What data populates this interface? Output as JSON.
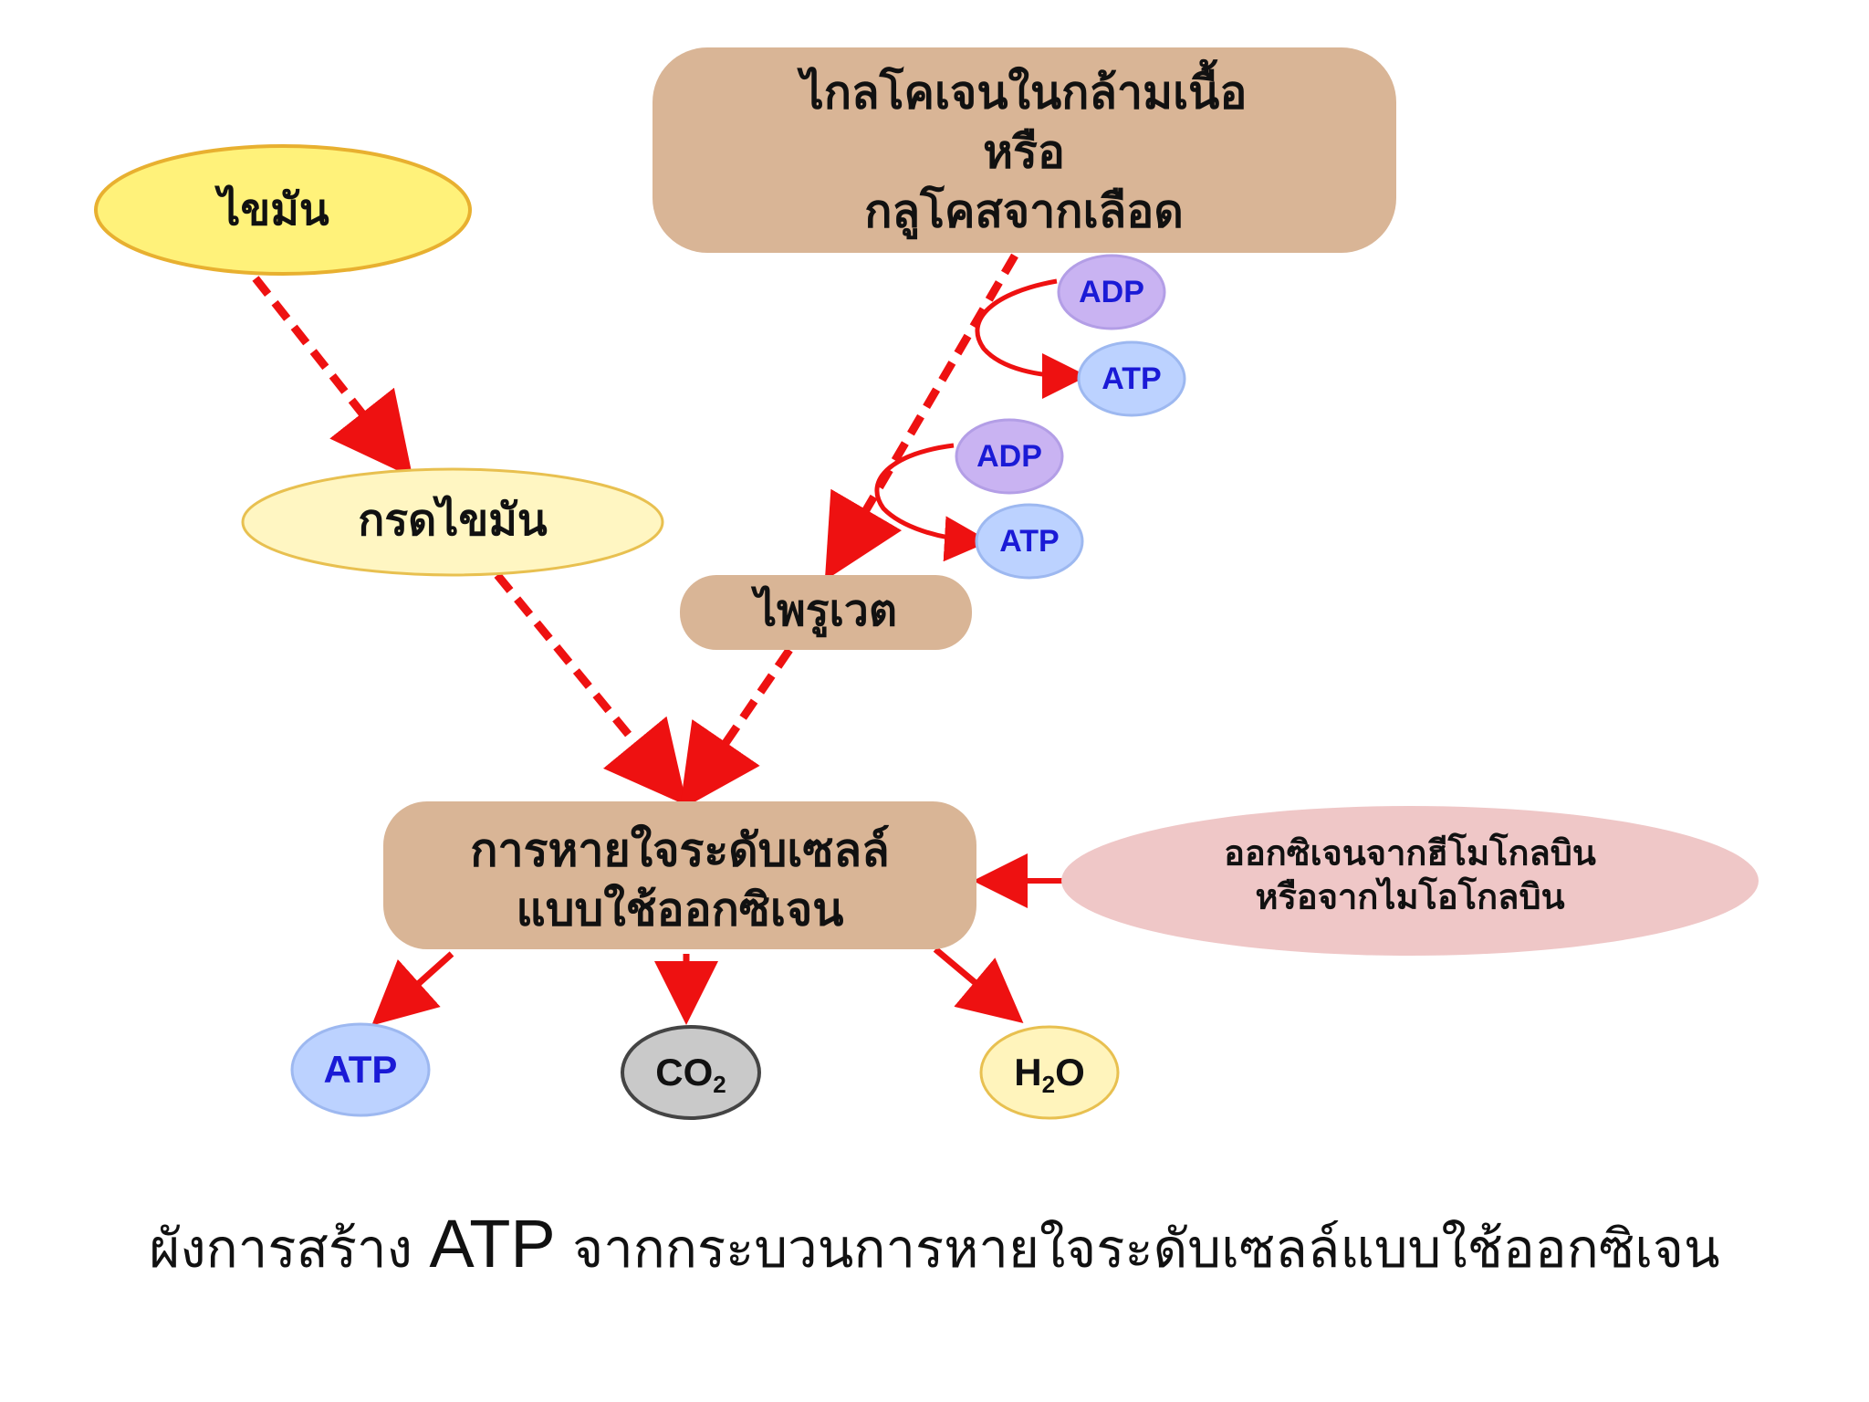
{
  "nodes": {
    "fat": "ไขมัน",
    "fatty_acid": "กรดไขมัน",
    "glycogen_line1": "ไกลโคเจนในกล้ามเนื้อ",
    "glycogen_line2": "หรือ",
    "glycogen_line3": "กลูโคสจากเลือด",
    "pyruvate": "ไพรูเวต",
    "respiration_line1": "การหายใจระดับเซลล์",
    "respiration_line2": "แบบใช้ออกซิเจน",
    "oxygen_line1": "ออกซิเจนจากฮีโมโกลบิน",
    "oxygen_line2": "หรือจากไมโอโกลบิน"
  },
  "molecules": {
    "adp_1": "ADP",
    "atp_1": "ATP",
    "adp_2": "ADP",
    "atp_2": "ATP",
    "atp_out": "ATP",
    "co2_main": "CO",
    "co2_sub": "2",
    "h2o_h": "H",
    "h2o_sub": "2",
    "h2o_o": "O"
  },
  "caption": {
    "before": "ผังการสร้าง ",
    "atp": "ATP",
    "after": " จากกระบวนการหายใจระดับเซลล์แบบใช้ออกซิเจน"
  },
  "colors": {
    "arrow": "#ee1111",
    "tan_box": "#d9b596",
    "fat_fill": "#fff27a",
    "fat_stroke": "#e8b030",
    "fatty_acid_fill": "#fff6c2",
    "fatty_acid_stroke": "#e8c050",
    "oxygen_fill": "#efc7c7",
    "adp_fill": "#c9b3f2",
    "atp_fill": "#bcd2ff",
    "co2_fill": "#c9c9c9",
    "h2o_fill": "#fff4bc"
  }
}
